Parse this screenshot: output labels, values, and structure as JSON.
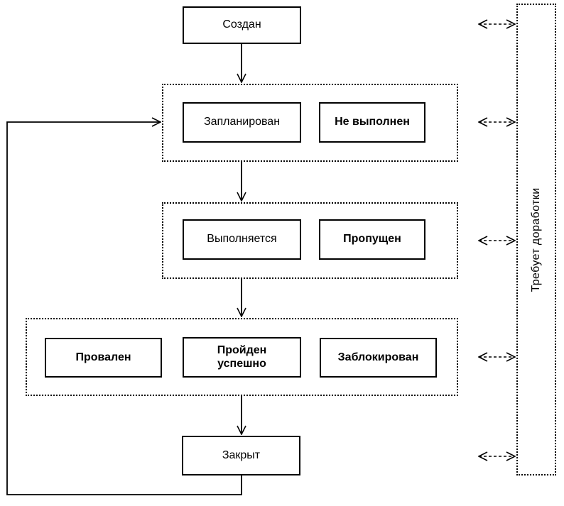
{
  "diagram": {
    "nodes": {
      "created": "Создан",
      "planned": "Запланирован",
      "not_executed": "Не выполнен",
      "in_progress": "Выполняется",
      "skipped": "Пропущен",
      "failed": "Провален",
      "passed": "Пройден\nуспешно",
      "blocked": "Заблокирован",
      "closed": "Закрыт",
      "rework": "Требует доработки"
    },
    "colors": {
      "line": "#000000",
      "box_fill": "#ffffff",
      "background": "#ffffff",
      "text": "#000000"
    }
  }
}
